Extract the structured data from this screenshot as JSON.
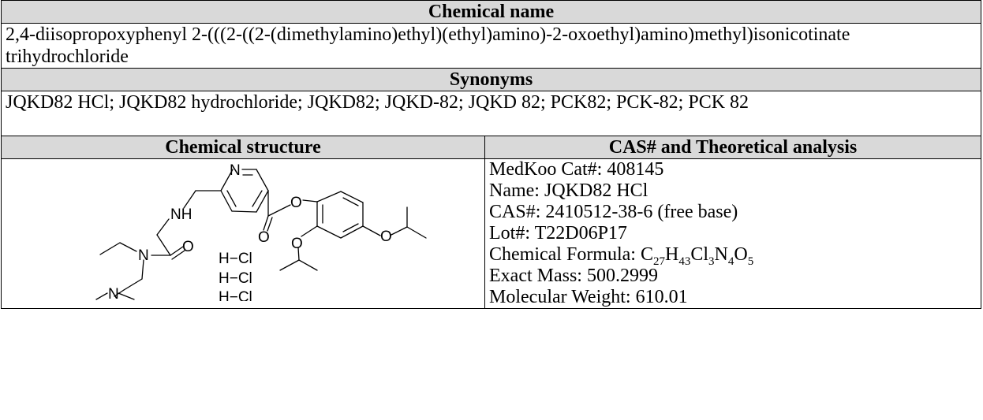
{
  "chemical_name": {
    "header": "Chemical name",
    "text": "2,4-diisopropoxyphenyl 2-(((2-((2-(dimethylamino)ethyl)(ethyl)amino)-2-oxoethyl)amino)methyl)isonicotinate trihydrochloride"
  },
  "synonyms": {
    "header": "Synonyms",
    "text": "JQKD82 HCl; JQKD82 hydrochloride; JQKD82; JQKD-82; JQKD 82; PCK82; PCK-82; PCK 82"
  },
  "structure": {
    "header": "Chemical structure",
    "atom_N_pyridine": "N",
    "atom_NH": "NH",
    "atom_O_ester": "O",
    "atom_O_carbonyl": "O",
    "atom_O_ether_4": "O",
    "atom_O_ether_2": "O",
    "atom_N_amide": "N",
    "atom_O_amide": "O",
    "atom_N_dimethyl": "N",
    "salt": [
      "H−Cl",
      "H−Cl",
      "H−Cl"
    ]
  },
  "analysis": {
    "header": "CAS# and Theoretical analysis",
    "cat_label": "MedKoo Cat#:",
    "cat_value": "408145",
    "name_label": "Name:",
    "name_value": "JQKD82 HCl",
    "cas_label": "CAS#:",
    "cas_value": "2410512-38-6 (free base)",
    "lot_label": "Lot#:",
    "lot_value": "T22D06P17",
    "formula_label": "Chemical Formula:",
    "formula": [
      {
        "el": "C",
        "n": "27"
      },
      {
        "el": "H",
        "n": "43"
      },
      {
        "el": "Cl",
        "n": "3"
      },
      {
        "el": "N",
        "n": "4"
      },
      {
        "el": "O",
        "n": "5"
      }
    ],
    "exact_mass_label": "Exact Mass:",
    "exact_mass_value": "500.2999",
    "mw_label": "Molecular Weight:",
    "mw_value": "610.01"
  }
}
